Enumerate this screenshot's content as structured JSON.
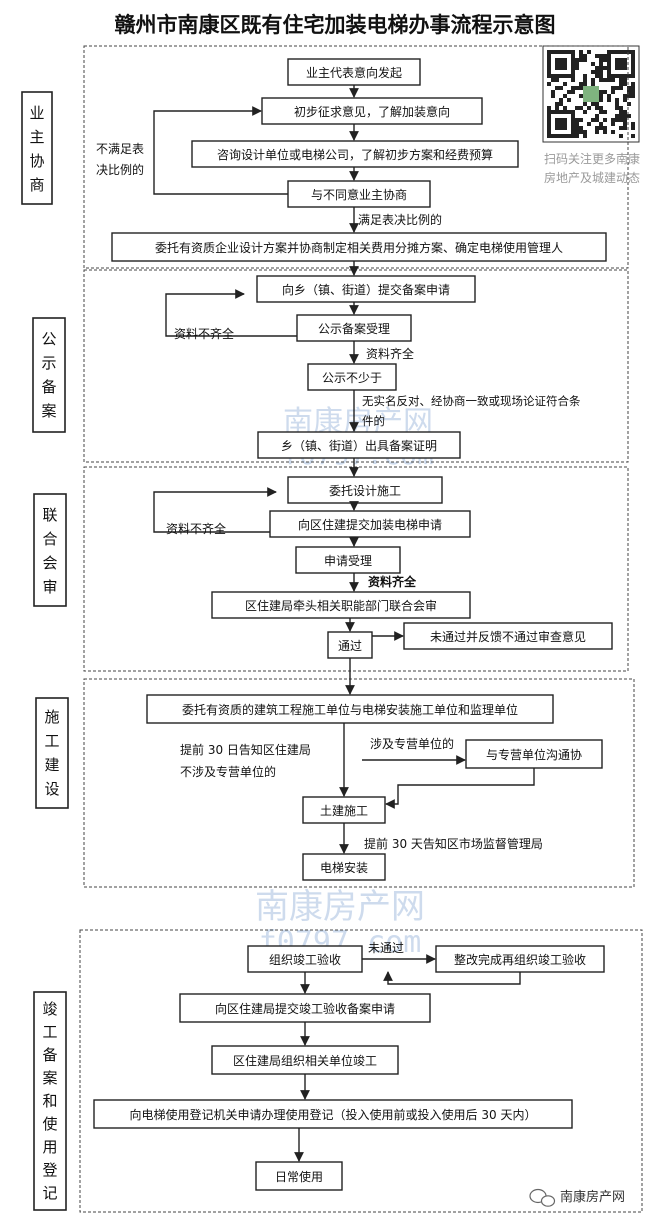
{
  "title": "赣州市南康区既有住宅加装电梯办事流程示意图",
  "qr_caption": [
    "扫码关注更多南康",
    "房地产及城建动态"
  ],
  "watermark": {
    "name": "南康房产网",
    "url": "f0797.com"
  },
  "footer_brand": "南康房产网",
  "stages": {
    "s1": [
      "业",
      "主",
      "协",
      "商"
    ],
    "s2": [
      "公",
      "示",
      "备",
      "案"
    ],
    "s3": [
      "联",
      "合",
      "会",
      "审"
    ],
    "s4": [
      "施",
      "工",
      "建",
      "设"
    ],
    "s5": [
      "竣",
      "工",
      "备",
      "案",
      "和",
      "使",
      "用",
      "登",
      "记"
    ]
  },
  "boxes": {
    "b1": "业主代表意向发起",
    "b2": "初步征求意见，了解加装意向",
    "b3": "咨询设计单位或电梯公司，了解初步方案和经费预算",
    "b4": "与不同意业主协商",
    "b5": "委托有资质企业设计方案并协商制定相关费用分摊方案、确定电梯使用管理人",
    "b6": "向乡（镇、街道）提交备案申请",
    "b7": "公示备案受理",
    "b8": "公示不少于",
    "b9": "乡（镇、街道）出具备案证明",
    "b10": "委托设计施工",
    "b11": "向区住建提交加装电梯申请",
    "b12": "申请受理",
    "b13": "区住建局牵头相关职能部门联合会审",
    "b14": "通过",
    "b15": "未通过并反馈不通过审查意见",
    "b16": "委托有资质的建筑工程施工单位与电梯安装施工单位和监理单位",
    "b17": "与专营单位沟通协",
    "b18": "土建施工",
    "b19": "电梯安装",
    "b20": "组织竣工验收",
    "b21": "整改完成再组织竣工验收",
    "b22": "向区住建局提交竣工验收备案申请",
    "b23": "区住建局组织相关单位竣工",
    "b24": "向电梯使用登记机关申请办理使用登记（投入使用前或投入使用后 30 天内）",
    "b25": "日常使用"
  },
  "labels": {
    "l1a": "不满足表",
    "l1b": "决比例的",
    "l2": "满足表决比例的",
    "l3": "资料不齐全",
    "l4": "资料齐全",
    "l5a": "无实名反对、经协商一致或现场论证符合条",
    "l5b": "件的",
    "l6": "资料不齐全",
    "l7": "资料齐全",
    "l8a": "提前 30 日告知区住建局",
    "l8b": "不涉及专营单位的",
    "l9": "涉及专营单位的",
    "l10": "提前 30 天告知区市场监督管理局",
    "l11": "未通过"
  }
}
